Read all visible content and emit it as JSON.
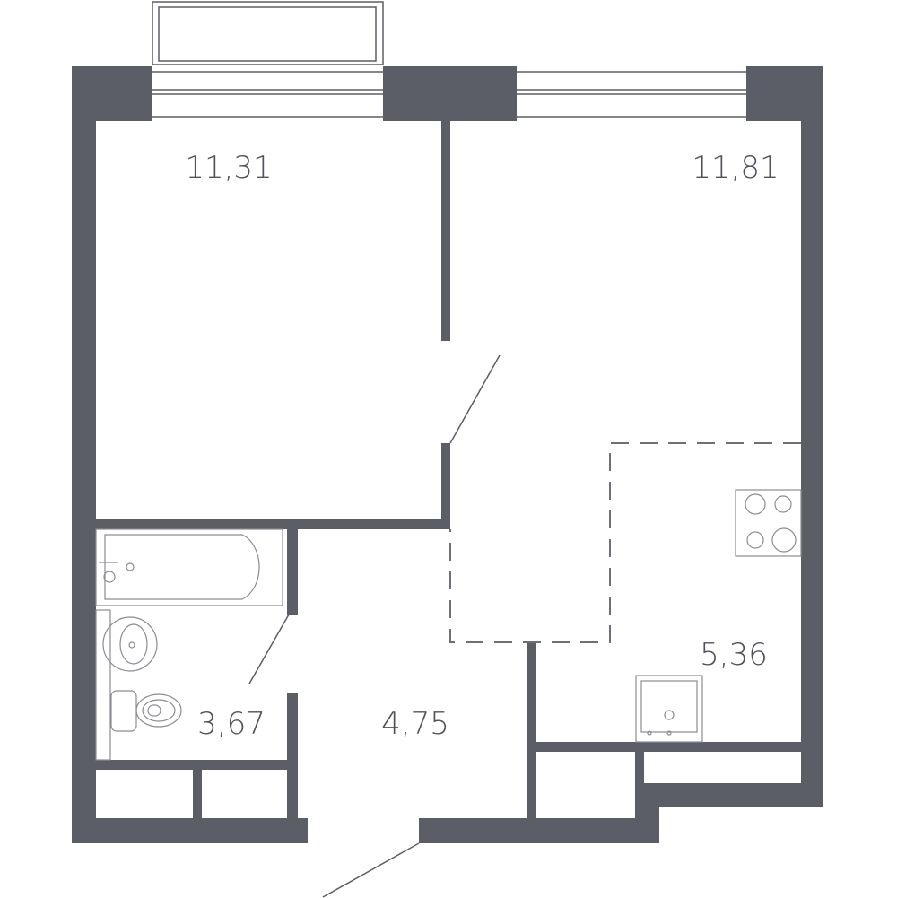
{
  "rooms": {
    "bedroom_area": "11,31",
    "living_area": "11,81",
    "kitchen_area": "5,36",
    "bathroom_area": "3,67",
    "hallway_area": "4,75"
  },
  "colors": {
    "wall": "#5b5e66"
  }
}
